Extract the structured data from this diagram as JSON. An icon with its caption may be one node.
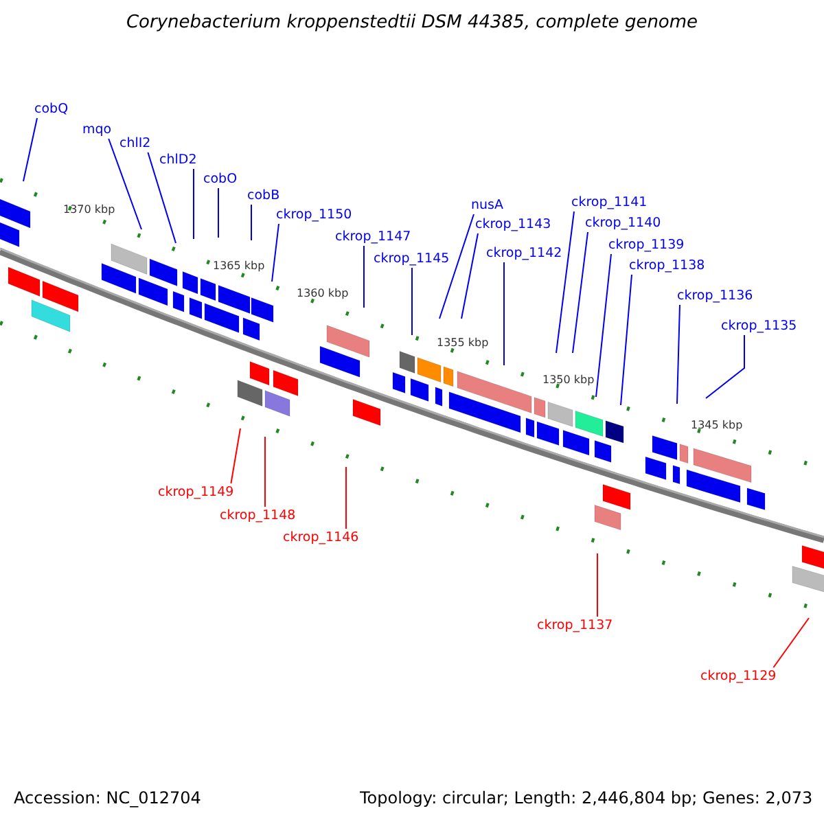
{
  "diagram": {
    "title": "Corynebacterium kroppenstedtii DSM 44385, complete genome",
    "nodes": [
      {
        "text": [
          "cobQ"
        ]
      },
      {
        "text": [
          "mqo"
        ]
      },
      {
        "text": [
          "chlI2"
        ]
      },
      {
        "text": [
          "chlD2"
        ]
      },
      {
        "text": [
          "cobO"
        ]
      },
      {
        "text": [
          "cobB"
        ]
      },
      {
        "text": [
          "ckrop_1150"
        ]
      },
      {
        "text": [
          "ckrop_1147"
        ]
      },
      {
        "text": [
          "nusA"
        ]
      },
      {
        "text": [
          "ckrop_1143"
        ]
      },
      {
        "text": [
          "ckrop_1145"
        ]
      },
      {
        "text": [
          "ckrop_1142"
        ]
      },
      {
        "text": [
          "ckrop_1141"
        ]
      },
      {
        "text": [
          "ckrop_1140"
        ]
      },
      {
        "text": [
          "ckrop_1139"
        ]
      },
      {
        "text": [
          "ckrop_1138"
        ]
      },
      {
        "text": [
          "ckrop_1136"
        ]
      },
      {
        "text": [
          "ckrop_1135"
        ]
      },
      {
        "text": [
          "ckrop_1149"
        ]
      },
      {
        "text": [
          "ckrop_1148"
        ]
      },
      {
        "text": [
          "ckrop_1146"
        ]
      },
      {
        "text": [
          "ckrop_1137"
        ]
      },
      {
        "text": [
          "ckrop_1129"
        ]
      }
    ],
    "edges": [
      {
        "from": 0,
        "to": null,
        "arrow": "none"
      },
      {
        "from": 1,
        "to": null,
        "arrow": "none"
      },
      {
        "from": 2,
        "to": null,
        "arrow": "none"
      },
      {
        "from": 3,
        "to": null,
        "arrow": "none"
      },
      {
        "from": 4,
        "to": null,
        "arrow": "none"
      },
      {
        "from": 5,
        "to": null,
        "arrow": "none"
      },
      {
        "from": 6,
        "to": null,
        "arrow": "none"
      },
      {
        "from": 7,
        "to": null,
        "arrow": "none"
      },
      {
        "from": 8,
        "to": null,
        "arrow": "none"
      },
      {
        "from": 9,
        "to": null,
        "arrow": "none"
      },
      {
        "from": 10,
        "to": null,
        "arrow": "none"
      },
      {
        "from": 11,
        "to": null,
        "arrow": "none"
      },
      {
        "from": 12,
        "to": null,
        "arrow": "none"
      },
      {
        "from": 13,
        "to": null,
        "arrow": "none"
      },
      {
        "from": 14,
        "to": null,
        "arrow": "none"
      },
      {
        "from": 15,
        "to": null,
        "arrow": "none"
      },
      {
        "from": 16,
        "to": null,
        "arrow": "none"
      },
      {
        "from": 17,
        "to": null,
        "arrow": "none"
      },
      {
        "from": 18,
        "to": null,
        "arrow": "none",
        "color": "#ff0000"
      },
      {
        "from": 19,
        "to": null,
        "arrow": "none",
        "color": "#ff0000"
      },
      {
        "from": 20,
        "to": null,
        "arrow": "none",
        "color": "#ff0000"
      },
      {
        "from": 21,
        "to": null,
        "arrow": "none",
        "color": "#ff0000"
      },
      {
        "from": 22,
        "to": null,
        "arrow": "none",
        "color": "#ff0000"
      }
    ],
    "labels": [
      "1370 kbp",
      "1365 kbp",
      "1360 kbp",
      "1355 kbp",
      "1350 kbp",
      "1345 kbp",
      "Accession: NC_012704",
      "Topology: circular; Length: 2,446,804 bp; Genes: 2,073"
    ]
  }
}
